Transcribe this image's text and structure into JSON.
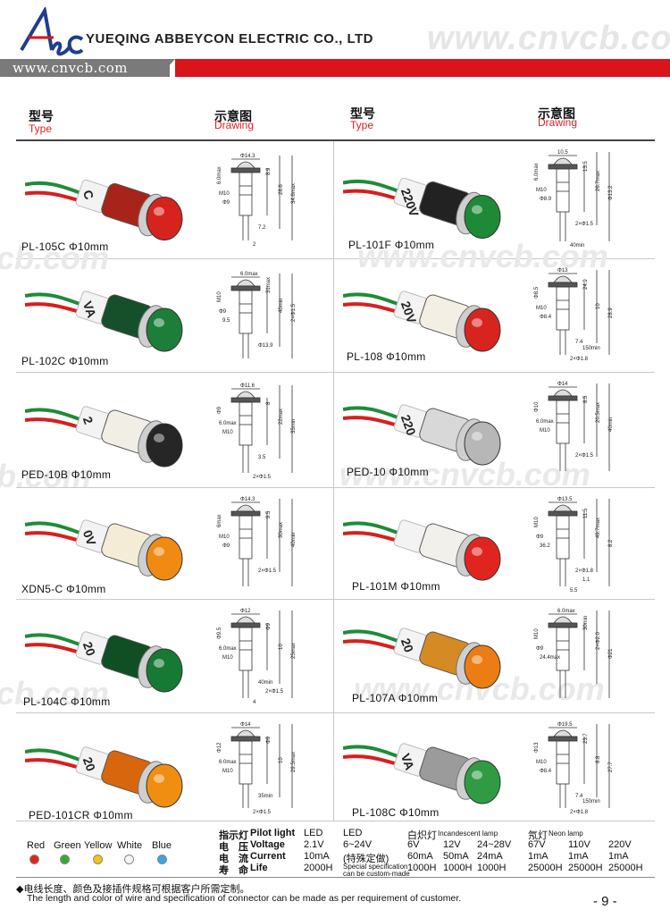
{
  "header": {
    "company": "YUEQING ABBEYCON ELECTRIC CO., LTD",
    "website": "www.cnvcb.com",
    "watermark": "www.cnvcb.com",
    "logo_text": "Abc"
  },
  "columns": {
    "type_cn": "型号",
    "type_en": "Type",
    "drawing_cn": "示意图",
    "drawing_en": "Drawing"
  },
  "watermarks": {
    "row1": "cb.com",
    "row1b": "www.cnvcb.com",
    "row3": "b.com",
    "row3b": "www.cnvcb.com",
    "row5": "cb.com",
    "row5b": "www.cnvcb.com"
  },
  "products": [
    {
      "model": "PL-105C Φ10mm",
      "wire": "C",
      "lens": "#d6231e",
      "body": "#a8241a"
    },
    {
      "model": "PL-101F Φ10mm",
      "wire": "220V",
      "lens": "#1c8a36",
      "body": "#222222"
    },
    {
      "model": "PL-102C Φ10mm",
      "wire": "VA",
      "lens": "#1d7e3a",
      "body": "#15502a"
    },
    {
      "model": "PL-108 Φ10mm",
      "wire": "20V",
      "lens": "#d8241f",
      "body": "#f3efe4"
    },
    {
      "model": "PED-10B Φ10mm",
      "wire": "2",
      "lens": "#262626",
      "body": "#f1eee6"
    },
    {
      "model": "PED-10 Φ10mm",
      "wire": "220",
      "lens": "#b7b7b7",
      "body": "#d8d8d8"
    },
    {
      "model": "XDN5-C Φ10mm",
      "wire": "0V",
      "lens": "#f08a12",
      "body": "#f4ecd7"
    },
    {
      "model": "PL-101M Φ10mm",
      "wire": "",
      "lens": "#e0251f",
      "body": "#f2f0ea"
    },
    {
      "model": "PL-104C Φ10mm",
      "wire": "20",
      "lens": "#167a35",
      "body": "#0f4f23"
    },
    {
      "model": "PL-107A Φ10mm",
      "wire": "20",
      "lens": "#ec7d12",
      "body": "#d58a23"
    },
    {
      "model": "PED-101CR Φ10mm",
      "wire": "20",
      "lens": "#f08e12",
      "body": "#d7660c"
    },
    {
      "model": "PL-108C Φ10mm",
      "wire": "VA",
      "lens": "#2f9c44",
      "body": "#9b9b9b"
    }
  ],
  "drawings": [
    {
      "dims": [
        "Φ14.3",
        "6.0max",
        "M10",
        "Φ9",
        "8.9",
        "28.6",
        "34.6max",
        "7.2",
        "2"
      ]
    },
    {
      "dims": [
        "10.5",
        "6.0max",
        "M10",
        "Φ8.9",
        "13.5",
        "26.7max",
        "Φ13.2",
        "2×Φ1.5",
        "40min"
      ]
    },
    {
      "dims": [
        "6.0max",
        "M10",
        "Φ9",
        "9.5",
        "31max",
        "40min",
        "2×Φ1.5",
        "Φ13.9"
      ]
    },
    {
      "dims": [
        "Φ13",
        "Φ8.5",
        "M10",
        "Φ8.4",
        "24.9",
        "10",
        "28.9",
        "7.4",
        "2×Φ1.8",
        "150min"
      ]
    },
    {
      "dims": [
        "Φ11.6",
        "Φ9",
        "6.0max",
        "M10",
        "8",
        "22max",
        "35min",
        "3.5",
        "2×Φ1.5"
      ]
    },
    {
      "dims": [
        "Φ14",
        "Φ10",
        "6.0max",
        "M10",
        "8.5",
        "20.5max",
        "40min",
        "2×Φ1.5"
      ]
    },
    {
      "dims": [
        "Φ14.3",
        "6max",
        "M10",
        "Φ9",
        "9.5",
        "30max",
        "40min",
        "2×Φ1.5"
      ]
    },
    {
      "dims": [
        "Φ13.5",
        "M10",
        "Φ9",
        "36.2",
        "11.5",
        "49.7max",
        "8.2",
        "2×Φ1.8",
        "5.5",
        "1.1"
      ]
    },
    {
      "dims": [
        "Φ12",
        "Φ9.5",
        "6.0max",
        "M10",
        "Φ9",
        "10",
        "25max",
        "40min",
        "4",
        "2×Φ1.5"
      ]
    },
    {
      "dims": [
        "6.0max",
        "M10",
        "Φ9",
        "24.4max",
        "30min",
        "2×Φ2.0",
        "Φ21"
      ]
    },
    {
      "dims": [
        "Φ14",
        "Φ12",
        "6.0max",
        "M10",
        "Φ9",
        "10",
        "29.5max",
        "35min",
        "2×Φ1.5"
      ]
    },
    {
      "dims": [
        "Φ19.5",
        "Φ13",
        "M10",
        "Φ8.4",
        "23.7",
        "8.8",
        "27.7",
        "7.4",
        "2×Φ1.8",
        "150min"
      ]
    }
  ],
  "colors_row": {
    "labels": [
      "Red",
      "Green",
      "Yellow",
      "White",
      "Blue"
    ],
    "dots": [
      "#e2231a",
      "#37a838",
      "#f4c21b",
      "#f4f4f4",
      "#3aa6e0"
    ]
  },
  "spec_table": {
    "row_labels": [
      {
        "cn": "指示灯",
        "en": "Pilot light"
      },
      {
        "cn": "电　压",
        "en": "Voltage"
      },
      {
        "cn": "电　流",
        "en": "Current"
      },
      {
        "cn": "寿　命",
        "en": "Life"
      }
    ],
    "led1": {
      "header": "LED",
      "voltage": "2.1V",
      "current": "10mA",
      "life": "2000H"
    },
    "led2": {
      "header": "LED",
      "voltage": "6~24V",
      "current": "(特殊定做)",
      "note1": "Special specification",
      "note2": "can be custom-made"
    },
    "incandescent": {
      "header_cn": "白炽灯",
      "header_en": "Incandescent lamp",
      "voltage": [
        "6V",
        "12V",
        "24~28V"
      ],
      "current": [
        "60mA",
        "50mA",
        "24mA"
      ],
      "life": [
        "1000H",
        "1000H",
        "1000H"
      ]
    },
    "neon": {
      "header_cn": "氖灯",
      "header_en": "Neon lamp",
      "voltage": [
        "67V",
        "110V",
        "220V"
      ],
      "current": [
        "1mA",
        "1mA",
        "1mA"
      ],
      "life": [
        "25000H",
        "25000H",
        "25000H"
      ]
    }
  },
  "notes": {
    "cn": "◆电线长度、颜色及接插件规格可根据客户所需定制。",
    "en": "The length and color of wire and specification of connector can be made as per requirement of customer."
  },
  "page": {
    "number": "- 9 -"
  }
}
